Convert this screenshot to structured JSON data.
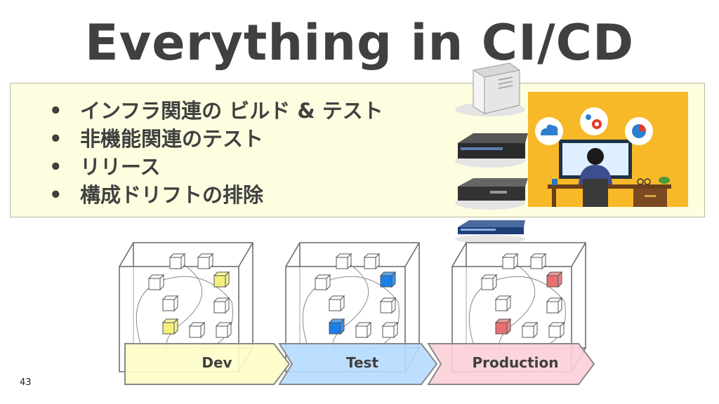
{
  "slide": {
    "title": "Everything in CI/CD",
    "bullets": [
      "インフラ関連の ビルド & テスト",
      "非機能関連のテスト",
      "リリース",
      "構成ドリフトの排除"
    ],
    "bullet_symbol": "•",
    "page_number": "43"
  },
  "stages": [
    {
      "label": "Dev",
      "color": "#fdfdc8",
      "highlight": "#f2f07a"
    },
    {
      "label": "Test",
      "color": "#b6dcff",
      "highlight": "#1a7fe8"
    },
    {
      "label": "Production",
      "color": "#fcd0d8",
      "highlight": "#e87070"
    }
  ],
  "icons": [
    "server-tower-icon",
    "rack-server-icon",
    "network-switch-icon",
    "developer-desk-icon",
    "cloud-users-icon",
    "gear-icon",
    "pie-chart-icon"
  ]
}
